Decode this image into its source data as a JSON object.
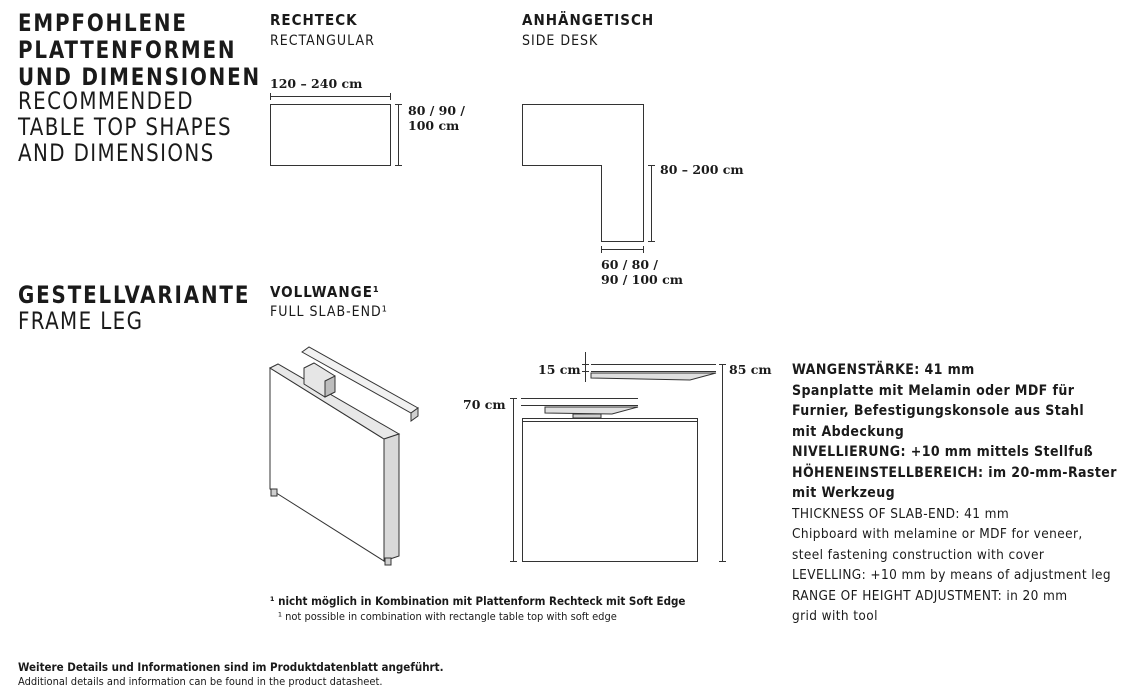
{
  "shapes": {
    "title_de": [
      "EMPFOHLENE",
      "PLATTENFORMEN",
      "UND DIMENSIONEN"
    ],
    "title_en": [
      "RECOMMENDED",
      "TABLE TOP SHAPES",
      "AND DIMENSIONS"
    ],
    "rect": {
      "title_de": "RECHTECK",
      "title_en": "RECTANGULAR",
      "width_label": "120 – 240 cm",
      "depth_label": [
        "80 / 90 /",
        "100 cm"
      ]
    },
    "side": {
      "title_de": "ANHÄNGETISCH",
      "title_en": "SIDE DESK",
      "length_label": "80 – 200 cm",
      "width_label": [
        "60 / 80 /",
        "90 / 100 cm"
      ]
    }
  },
  "frame": {
    "title_de": "GESTELLVARIANTE",
    "title_en": "FRAME LEG",
    "variant_de": "VOLLWANGE¹",
    "variant_en": "FULL SLAB-END¹",
    "dims": {
      "top_offset": "15 cm",
      "max_height": "85 cm",
      "min_height": "70 cm"
    },
    "footnote_de": "¹ nicht möglich in Kombination mit Plattenform Rechteck mit Soft Edge",
    "footnote_en": "¹ not possible in combination with rectangle table top with soft edge"
  },
  "specs": {
    "de": [
      "WANGENSTÄRKE: 41 mm",
      "Spanplatte mit Melamin oder MDF für",
      "Furnier, Befestigungskonsole aus Stahl",
      "mit Abdeckung",
      "NIVELLIERUNG: +10 mm mittels Stellfuß",
      "HÖHENEINSTELLBEREICH: im 20-mm-Raster",
      "mit Werkzeug"
    ],
    "en": [
      "THICKNESS OF SLAB-END: 41 mm",
      "Chipboard with melamine or MDF for veneer,",
      "steel fastening construction with cover",
      "LEVELLING: +10 mm by means of adjustment leg",
      "RANGE OF HEIGHT ADJUSTMENT: in 20 mm",
      "grid with tool"
    ]
  },
  "footer": {
    "de": "Weitere Details und Informationen sind im Produktdatenblatt angeführt.",
    "en": "Additional details and information can be found in the product datasheet."
  },
  "colors": {
    "ink": "#1a1a1a",
    "line": "#333333",
    "shade": "#bdbdbd"
  }
}
